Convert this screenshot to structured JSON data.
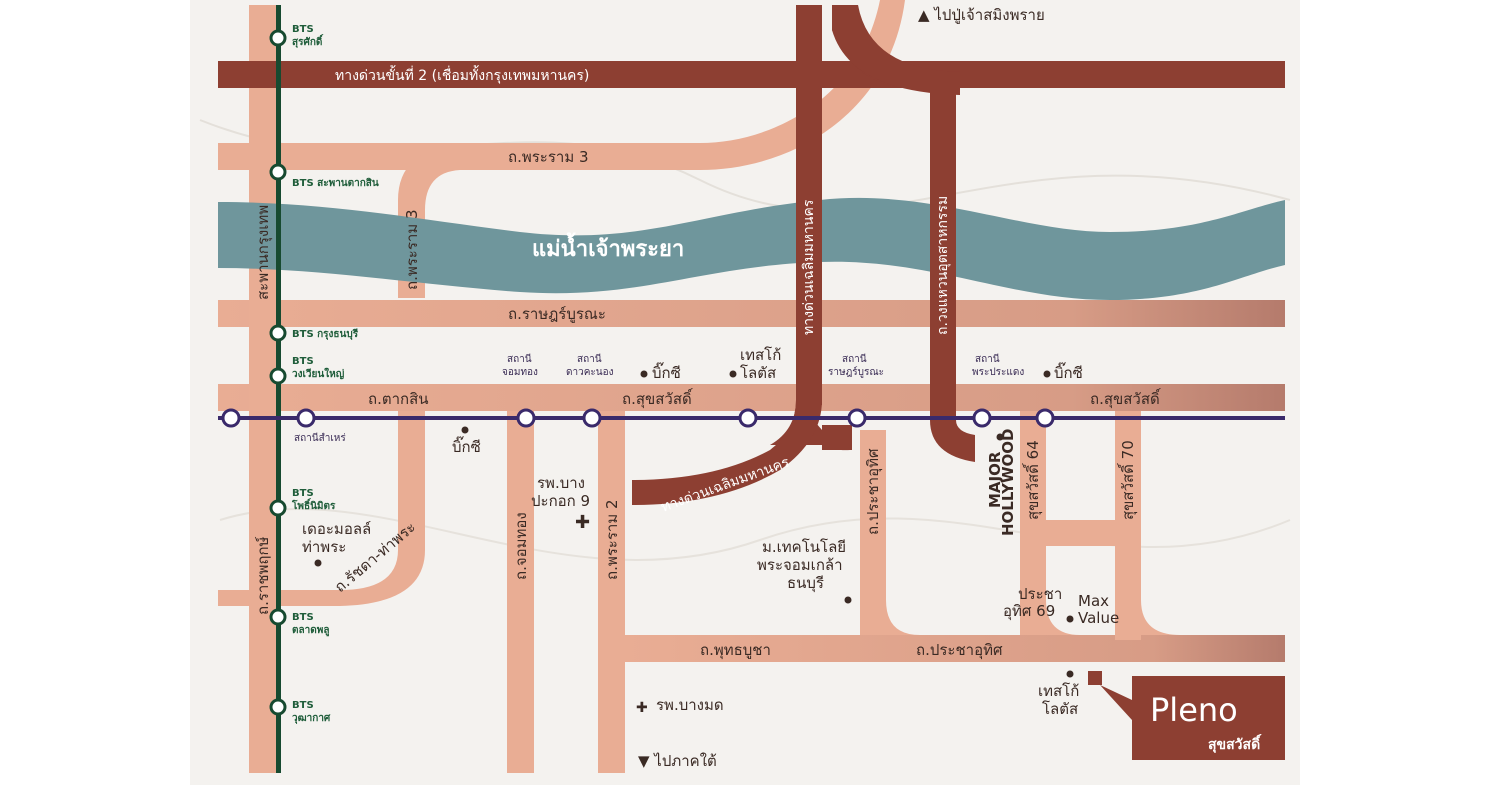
{
  "colors": {
    "road": "#e9ad94",
    "road_dark": "#c98a74",
    "expressway": "#8d3f32",
    "river": "#6f969c",
    "bts": "#174a30",
    "mrt": "#3a2a6b",
    "logo_bg": "#8d3f32"
  },
  "labels": {
    "to_samut_prakan": "▲ ไปปู่เจ้าสมิงพราย",
    "to_south": "▼ ไปภาคใต้",
    "expressway2": "ทางด่วนขั้นที่ 2 (เชื่อมทั้งกรุงเทพมหานคร)",
    "rama3": "ถ.พระราม 3",
    "rama3_vertical": "ถ.พระราม 3",
    "river": "แม่น้ำเจ้าพระยา",
    "expressway_chaloem_vertical": "ทางด่วนเฉลิมมหานคร",
    "industrial_ring": "ถ.วงแหวนอุตสาหกรรม",
    "saphan_krungthep": "สะพานกรุงเทพ",
    "ratburana": "ถ.ราษฎร์บูรณะ",
    "taksin": "ถ.ตากสิน",
    "suksawat_w": "ถ.สุขสวัสดิ์",
    "suksawat_e": "ถ.สุขสวัสดิ์",
    "expressway_chaloem_diag": "ทางด่วนเฉลิมมหานคร",
    "ratchada_thapra": "ถ.รัชดา-ท่าพระ",
    "ratchaphruek": "ถ.ราชพฤกษ์",
    "chomthong_road": "ถ.จอมทอง",
    "rama2": "ถ.พระราม 2",
    "pracha_uthit_vertical": "ถ.ประชาอุทิศ",
    "suksawat64": "สุขสวัสดิ์ 64",
    "suksawat70": "สุขสวัสดิ์ 70",
    "phutthabucha": "ถ.พุทธบูชา",
    "pracha_uthit": "ถ.ประชาอุทิศ"
  },
  "bts": [
    {
      "line1": "BTS",
      "line2": "สุรศักดิ์"
    },
    {
      "line1": "BTS สะพานตากสิน",
      "line2": ""
    },
    {
      "line1": "BTS กรุงธนบุรี",
      "line2": ""
    },
    {
      "line1": "BTS",
      "line2": "วงเวียนใหญ่"
    },
    {
      "line1": "BTS",
      "line2": "โพธิ์นิมิตร"
    },
    {
      "line1": "BTS",
      "line2": "ตลาดพลู"
    },
    {
      "line1": "BTS",
      "line2": "วุฒากาศ"
    }
  ],
  "mrt": {
    "samre": "สถานีสำเหร่",
    "chomthong_1": "สถานี",
    "chomthong_2": "จอมทอง",
    "daokhanong_1": "สถานี",
    "daokhanong_2": "ดาวคะนอง",
    "ratburana_1": "สถานี",
    "ratburana_2": "ราษฎร์บูรณะ",
    "pradaeng_1": "สถานี",
    "pradaeng_2": "พระประแดง"
  },
  "landmarks": {
    "bigc_1": "บิ๊กซี",
    "bigc_2": "บิ๊กซี",
    "bigc_3": "บิ๊กซี",
    "lotus_1a": "เทสโก้",
    "lotus_1b": "โลตัส",
    "lotus_2a": "เทสโก้",
    "lotus_2b": "โลตัส",
    "mall_a": "เดอะมอลล์",
    "mall_b": "ท่าพระ",
    "hosp_bangpakok_a": "รพ.บาง",
    "hosp_bangpakok_b": "ปะกอก 9",
    "hosp_bangmod": "รพ.บางมด",
    "kmutt_a": "ม.เทคโนโลยี",
    "kmutt_b": "พระจอมเกล้า",
    "kmutt_c": "ธนบุรี",
    "major_a": "MAJOR",
    "major_b": "HOLLYWOOD",
    "pracha69_a": "ประชา",
    "pracha69_b": "อุทิศ 69",
    "maxvalue_a": "Max",
    "maxvalue_b": "Value"
  },
  "logo": {
    "brand": "Pleno",
    "sub": "สุขสวัสดิ์"
  }
}
